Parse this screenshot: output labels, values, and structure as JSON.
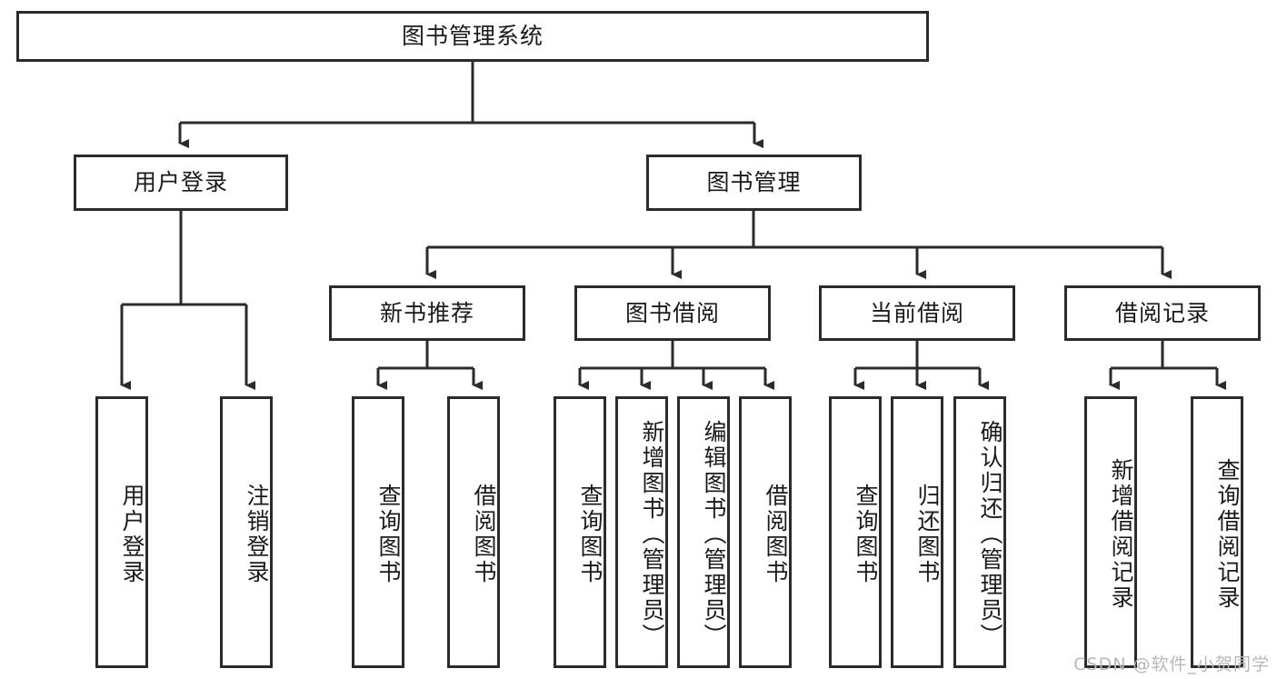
{
  "diagram": {
    "title": "图书管理系统",
    "watermark": "CSDN @软件_小贺同学",
    "line_color": "#2b2b2b",
    "box_fill": "#ffffff",
    "text_color": "#1a1a1a",
    "watermark_color": "#b8b8b8"
  },
  "nodes": {
    "root": {
      "label": "图书管理系统",
      "level": 1,
      "orientation": "horizontal"
    },
    "l2": [
      {
        "label": "用户登录",
        "orientation": "horizontal"
      },
      {
        "label": "图书管理",
        "orientation": "horizontal"
      }
    ],
    "l3": [
      {
        "label": "新书推荐",
        "orientation": "horizontal"
      },
      {
        "label": "图书借阅",
        "orientation": "horizontal"
      },
      {
        "label": "当前借阅",
        "orientation": "horizontal"
      },
      {
        "label": "借阅记录",
        "orientation": "horizontal"
      }
    ],
    "leaves_user_login": [
      {
        "label": "用户登录",
        "orientation": "vertical"
      },
      {
        "label": "注销登录",
        "orientation": "vertical"
      }
    ],
    "leaves_new_book": [
      {
        "label": "查询图书",
        "orientation": "vertical"
      },
      {
        "label": "借阅图书",
        "orientation": "vertical"
      }
    ],
    "leaves_borrow": [
      {
        "label": "查询图书",
        "orientation": "vertical"
      },
      {
        "label": "新增图书（管理员）",
        "orientation": "vertical"
      },
      {
        "label": "编辑图书（管理员）",
        "orientation": "vertical"
      },
      {
        "label": "借阅图书",
        "orientation": "vertical"
      }
    ],
    "leaves_current": [
      {
        "label": "查询图书",
        "orientation": "vertical"
      },
      {
        "label": "归还图书",
        "orientation": "vertical"
      },
      {
        "label": "确认归还（管理员）",
        "orientation": "vertical"
      }
    ],
    "leaves_records": [
      {
        "label": "新增借阅记录",
        "orientation": "vertical"
      },
      {
        "label": "查询借阅记录",
        "orientation": "vertical"
      }
    ]
  }
}
